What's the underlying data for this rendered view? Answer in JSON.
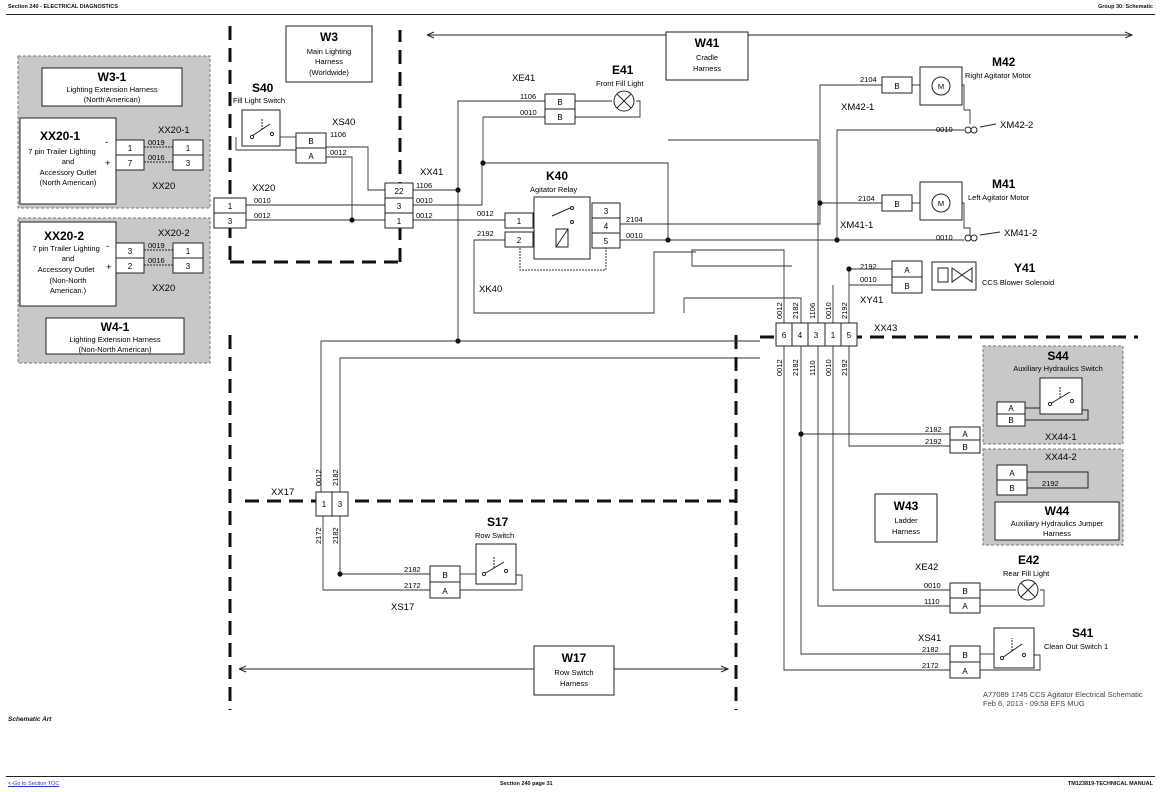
{
  "header": {
    "left": "Section 240 - ELECTRICAL DIAGNOSTICS",
    "right": "Group 30: Schematic"
  },
  "footer": {
    "link": "<-Go to Section TOC",
    "center": "Section 240 page 31",
    "right": "TM123819-TECHNICAL MANUAL"
  },
  "caption": "Schematic Art",
  "note": [
    "A77089 1745 CCS Agitator Electrical Schematic",
    "Feb 6, 2013  -  09:58 EFS MUG"
  ],
  "harnesses": {
    "w3": {
      "id": "W3",
      "lines": [
        "Main Lighting",
        "Harness",
        "(Worldwide)"
      ]
    },
    "w31": {
      "id": "W3-1",
      "lines": [
        "Lighting Extension Harness",
        "(North American)"
      ]
    },
    "w41": {
      "id": "W4-1",
      "lines": [
        "Lighting Extension Harness",
        "(Non-North American)"
      ]
    },
    "w41c": {
      "id": "W41",
      "lines": [
        "Cradle",
        "Harness"
      ]
    },
    "w43": {
      "id": "W43",
      "lines": [
        "Ladder",
        "Harness"
      ]
    },
    "w44": {
      "id": "W44",
      "lines": [
        "Auxiliary Hydraulics Jumper",
        "Harness"
      ]
    },
    "w17": {
      "id": "W17",
      "lines": [
        "Row Switch",
        "Harness"
      ]
    }
  },
  "components": {
    "s40": {
      "id": "S40",
      "name": "Fill Light Switch"
    },
    "e41": {
      "id": "E41",
      "name": "Front Fill Light"
    },
    "m42": {
      "id": "M42",
      "name": "Right Agitator Motor"
    },
    "m41": {
      "id": "M41",
      "name": "Left Agitator Motor"
    },
    "k40": {
      "id": "K40",
      "name": "Agitator Relay"
    },
    "y41": {
      "id": "Y41",
      "name": "CCS Blower Solenoid"
    },
    "s44": {
      "id": "S44",
      "name": "Auxiliary Hydraulics Switch"
    },
    "s17": {
      "id": "S17",
      "name": "Row Switch"
    },
    "e42": {
      "id": "E42",
      "name": "Rear Fill Light"
    },
    "s41": {
      "id": "S41",
      "name": "Clean Out Switch 1"
    },
    "xx201": {
      "id": "XX20-1",
      "lines": [
        "7 pin Trailer Lighting",
        "and",
        "Accessory Outlet",
        "(North American)"
      ]
    },
    "xx202": {
      "id": "XX20-2",
      "lines": [
        "7 pin Trailer Lighting",
        "and",
        "Accessory Outlet",
        "(Non-North",
        "American.)"
      ]
    }
  },
  "connectors": {
    "xx20_1": "XX20-1",
    "xx20_2": "XX20-2",
    "xx20": "XX20",
    "xs40": "XS40",
    "xx41": "XX41",
    "xe41": "XE41",
    "xm42_1": "XM42-1",
    "xm42_2": "XM42-2",
    "xm41_1": "XM41-1",
    "xm41_2": "XM41-2",
    "xk40": "XK40",
    "xy41": "XY41",
    "xx43": "XX43",
    "xx44_1": "XX44-1",
    "xx44_2": "XX44-2",
    "xx17": "XX17",
    "xs17": "XS17",
    "xe42": "XE42",
    "xs41": "XS41"
  },
  "pins": {
    "p1": "1",
    "p2": "2",
    "p3": "3",
    "p4": "4",
    "p5": "5",
    "p6": "6",
    "p7": "7",
    "p22": "22",
    "A": "A",
    "B": "B",
    "minus": "-",
    "plus": "+"
  },
  "wires": {
    "w0010": "0010",
    "w0012": "0012",
    "w0016": "0016",
    "w0019": "0019",
    "w1106": "1106",
    "w1110": "1110",
    "w2104": "2104",
    "w2172": "2172",
    "w2182": "2182",
    "w2192": "2192"
  }
}
